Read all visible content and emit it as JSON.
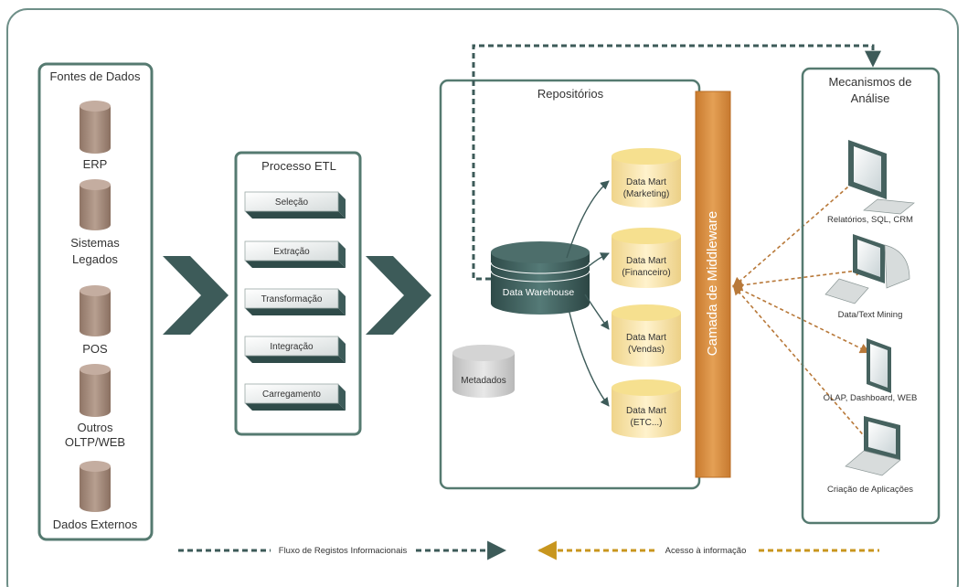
{
  "sources": {
    "title": "Fontes de Dados",
    "items": [
      "ERP",
      "Sistemas",
      "Legados",
      "POS",
      "Outros",
      "OLTP/WEB",
      "Dados Externos"
    ]
  },
  "etl": {
    "title": "Processo ETL",
    "steps": [
      "Seleção",
      "Extração",
      "Transformação",
      "Integração",
      "Carregamento"
    ]
  },
  "repos": {
    "title": "Repositórios",
    "warehouse": "Data Warehouse",
    "metadata": "Metadados",
    "marts": [
      {
        "l1": "Data Mart",
        "l2": "(Marketing)"
      },
      {
        "l1": "Data Mart",
        "l2": "(Financeiro)"
      },
      {
        "l1": "Data Mart",
        "l2": "(Vendas)"
      },
      {
        "l1": "Data Mart",
        "l2": "(ETC...)"
      }
    ]
  },
  "middleware": {
    "label": "Camada de Middleware"
  },
  "analysis": {
    "title_l1": "Mecanismos de",
    "title_l2": "Análise",
    "items": [
      "Relatórios, SQL, CRM",
      "Data/Text Mining",
      "OLAP, Dashboard, WEB",
      "Criação de Aplicações"
    ]
  },
  "legend": {
    "flow": "Fluxo de Registos Informacionais",
    "access": "Acesso à informação"
  },
  "colors": {
    "panel_border": "#557a70",
    "dark_slate": "#3d5b59",
    "cylinder_brown": "#a38a7b",
    "mart_yellow": "#f8e3a4",
    "middleware_orange": "#d98c3e",
    "access_arrow": "#c8961e",
    "flow_dashed": "#3d5b59"
  }
}
